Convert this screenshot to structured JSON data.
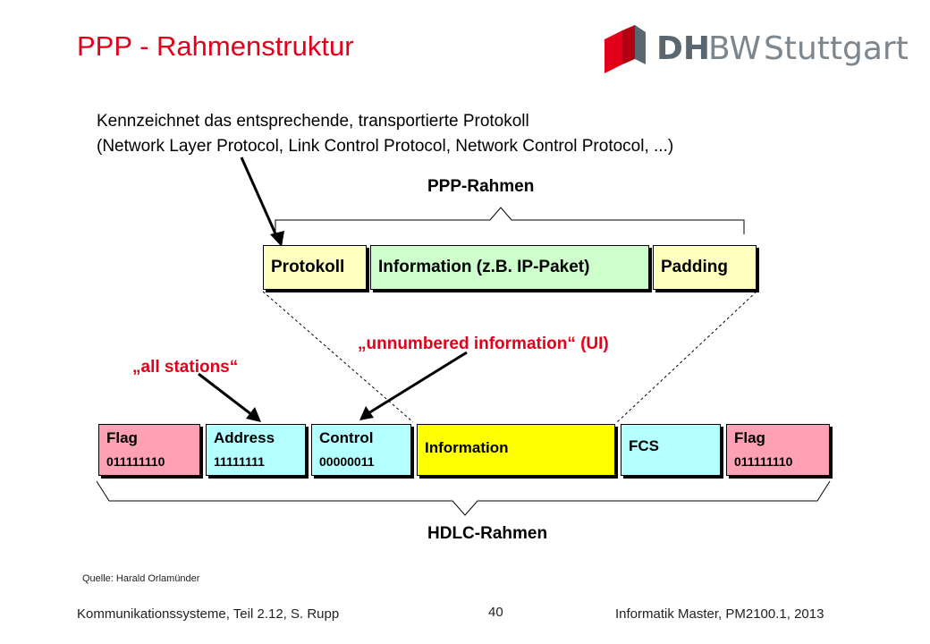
{
  "slide": {
    "title": "PPP - Rahmenstruktur",
    "logo": {
      "brand_bold": "DH",
      "brand_light": "BW",
      "city": "Stuttgart"
    },
    "description_line1": "Kennzeichnet das entsprechende, transportierte Protokoll",
    "description_line2": "(Network Layer Protocol, Link Control Protocol, Network Control Protocol, ...)",
    "ppp_label": "PPP-Rahmen",
    "ppp_fields": [
      {
        "label": "Protokoll",
        "color": "#ffffc0"
      },
      {
        "label": "Information (z.B. IP-Paket)",
        "color": "#ccffcc"
      },
      {
        "label": "Padding",
        "color": "#ffffc0"
      }
    ],
    "annotation_ui": "„unnumbered information“ (UI)",
    "annotation_all": "„all stations“",
    "hdlc_fields": [
      {
        "name": "Flag",
        "bits": "011111110",
        "color": "#ffa0b4"
      },
      {
        "name": "Address",
        "bits": "11111111",
        "color": "#b4ffff"
      },
      {
        "name": "Control",
        "bits": "00000011",
        "color": "#b4ffff"
      },
      {
        "name": "Information",
        "bits": "",
        "color": "#ffff00"
      },
      {
        "name": "FCS",
        "bits": "",
        "color": "#b4ffff"
      },
      {
        "name": "Flag",
        "bits": "011111110",
        "color": "#ffa0b4"
      }
    ],
    "hdlc_label": "HDLC-Rahmen",
    "source": "Quelle:  Harald Orlamünder",
    "footer_left": "Kommunikationssysteme, Teil 2.12, S. Rupp",
    "page_number": "40",
    "footer_right": "Informatik Master, PM2100.1, 2013",
    "colors": {
      "accent": "#e2001a",
      "logo_gray": "#5b6770"
    }
  }
}
